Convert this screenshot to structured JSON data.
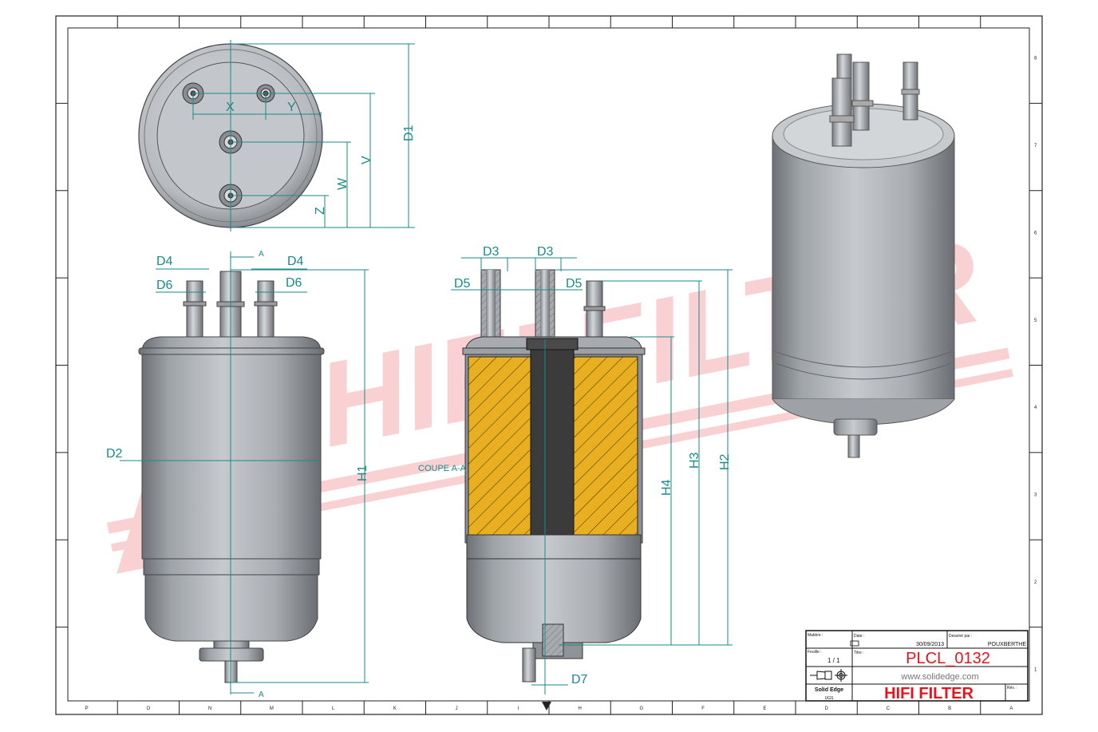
{
  "watermark": {
    "text": "HIFI FILTER",
    "registered": "®",
    "color": "#e8343c"
  },
  "border": {
    "columns": [
      "P",
      "O",
      "N",
      "M",
      "L",
      "K",
      "J",
      "I",
      "H",
      "G",
      "F",
      "E",
      "D",
      "C",
      "B",
      "A"
    ],
    "rows": [
      "8",
      "7",
      "6",
      "5",
      "4",
      "3",
      "2",
      "1"
    ]
  },
  "dimensions": {
    "top_view": {
      "d1": "D1",
      "v": "V",
      "w": "W",
      "z": "Z",
      "x": "X",
      "y": "Y"
    },
    "front_view": {
      "d4_left": "D4",
      "d4_right": "D4",
      "d6_left": "D6",
      "d6_right": "D6",
      "a_top": "A",
      "a_bottom": "A",
      "d2": "D2",
      "h1": "H1"
    },
    "section_view": {
      "label": "COUPE A-A",
      "d3_left": "D3",
      "d3_right": "D3",
      "d5_left": "D5",
      "d5_right": "D5",
      "h2": "H2",
      "h3": "H3",
      "h4": "H4",
      "d7": "D7"
    }
  },
  "title_block": {
    "matiere_label": "Matière :",
    "date_label": "Date :",
    "date": "30/09/2013",
    "dessine_label": "Dessiné par :",
    "dessine": "POUXBERTHE",
    "feuille_label": "Feuille :",
    "feuille": "1 / 1",
    "titre_label": "Titre :",
    "titre": "PLCL_0132",
    "website": "www.solidedge.com",
    "software": "Solid Edge",
    "software_sub": "UGS",
    "company": "HIFI FILTER",
    "rev_label": "Rév. :",
    "title_color": "#e8141c"
  }
}
